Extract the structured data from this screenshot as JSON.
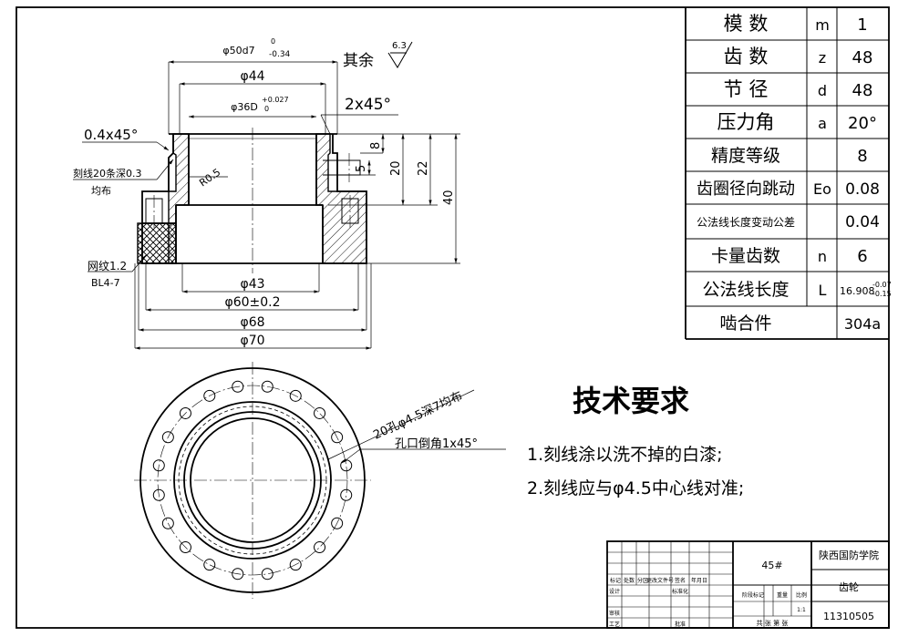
{
  "params": [
    {
      "name": "模  数",
      "sym": "m",
      "val": "1"
    },
    {
      "name": "齿  数",
      "sym": "z",
      "val": "48"
    },
    {
      "name": "节  径",
      "sym": "d",
      "val": "48"
    },
    {
      "name": "压力角",
      "sym": "a",
      "val": "20°"
    },
    {
      "name": "精度等级",
      "sym": "",
      "val": "8"
    },
    {
      "name": "齿圈径向跳动",
      "sym": "Eo",
      "val": "0.08"
    },
    {
      "name": "公法线长度变动公差",
      "sym": "",
      "val": "0.04"
    },
    {
      "name": "卡量齿数",
      "sym": "n",
      "val": "6"
    },
    {
      "name": "公法线长度",
      "sym": "L",
      "val": "16.908",
      "tol_up": "-0.07",
      "tol_lo": "-0.15"
    },
    {
      "name": "啮合件",
      "sym": "",
      "val": "304a"
    }
  ],
  "dims": {
    "d50": "φ50d7",
    "d50_tol_up": "0",
    "d50_tol_lo": "-0.34",
    "d44": "φ44",
    "d36": "φ36D",
    "d36_tol_up": "+0.027",
    "d36_tol_lo": "0",
    "chamfer_top": "2x45°",
    "chamfer_left": "0.4x45°",
    "groove": "刻线20条深0.3",
    "groove2": "均布",
    "radius": "R0.5",
    "knurl": "网纹1.2",
    "knurl2": "BL4-7",
    "d43": "φ43",
    "d60": "φ60±0.2",
    "d68": "φ68",
    "d70": "φ70",
    "h8": "8",
    "h5": "5",
    "h20": "20",
    "h22": "22",
    "h40": "40",
    "rest": "其余",
    "roughness": "6.3",
    "holes_note": "20孔φ4.5深7均布",
    "hole_chamfer": "孔口倒角1x45°"
  },
  "tech": {
    "title": "技术要求",
    "items": [
      "1.刻线涂以洗不掉的白漆;",
      "2.刻线应与φ4.5中心线对准;"
    ]
  },
  "titleblock": {
    "material": "45#",
    "school": "陕西国防学院",
    "part": "齿轮",
    "number": "11310505",
    "ratio": "1:1",
    "h_marks": [
      "标记",
      "处数",
      "分区",
      "更改文件号",
      "签名",
      "年月日"
    ],
    "rows": [
      "设计",
      "标准化",
      "审核",
      "工艺",
      "批准"
    ],
    "stage": "阶段标记",
    "weight": "重量",
    "scale": "比例",
    "sheets": "共  张  第  张"
  }
}
